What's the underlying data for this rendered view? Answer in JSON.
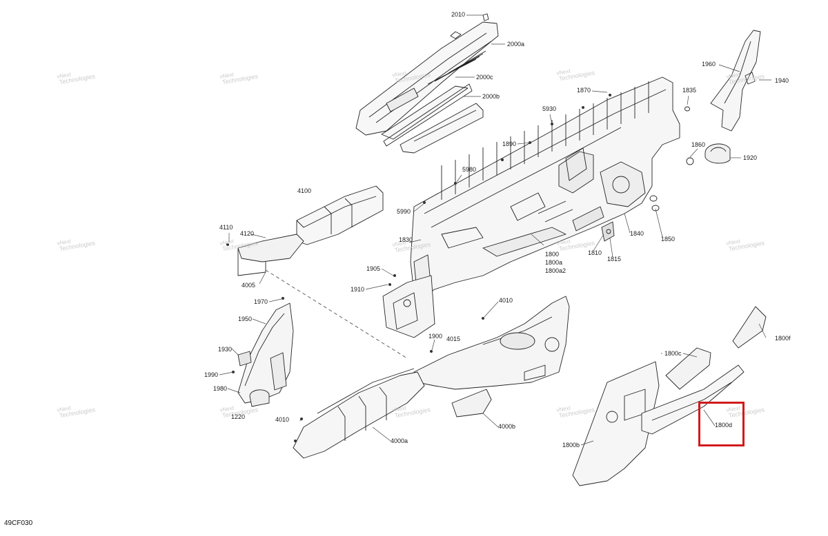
{
  "diagram": {
    "drawing_code": "49CF030",
    "watermark": {
      "line1": "vNext",
      "line2": "Technologies"
    },
    "highlight_color": "#d11a1a",
    "callouts": [
      {
        "id": "2010",
        "label": "2010"
      },
      {
        "id": "2000a",
        "label": "2000a"
      },
      {
        "id": "2000c",
        "label": "2000c"
      },
      {
        "id": "2000b",
        "label": "2000b"
      },
      {
        "id": "1960",
        "label": "1960"
      },
      {
        "id": "1940",
        "label": "1940"
      },
      {
        "id": "1870",
        "label": "1870"
      },
      {
        "id": "1835",
        "label": "1835"
      },
      {
        "id": "5930",
        "label": "5930"
      },
      {
        "id": "1890",
        "label": "1890"
      },
      {
        "id": "1860",
        "label": "1860"
      },
      {
        "id": "1920",
        "label": "1920"
      },
      {
        "id": "5980",
        "label": "5980"
      },
      {
        "id": "4100",
        "label": "4100"
      },
      {
        "id": "5990",
        "label": "5990"
      },
      {
        "id": "4110",
        "label": "4110"
      },
      {
        "id": "4120",
        "label": "4120"
      },
      {
        "id": "1830",
        "label": "1830"
      },
      {
        "id": "1840",
        "label": "1840"
      },
      {
        "id": "1850",
        "label": "1850"
      },
      {
        "id": "1800",
        "label": "1800"
      },
      {
        "id": "1800a",
        "label": "1800a"
      },
      {
        "id": "1800a2",
        "label": "1800a2"
      },
      {
        "id": "1810",
        "label": "1810"
      },
      {
        "id": "1815",
        "label": "1815"
      },
      {
        "id": "4005",
        "label": "4005"
      },
      {
        "id": "1905",
        "label": "1905"
      },
      {
        "id": "1910",
        "label": "1910"
      },
      {
        "id": "1970",
        "label": "1970"
      },
      {
        "id": "4010a",
        "label": "4010"
      },
      {
        "id": "1950",
        "label": "1950"
      },
      {
        "id": "1900",
        "label": "1900"
      },
      {
        "id": "4015",
        "label": "4015"
      },
      {
        "id": "1800f",
        "label": "1800f"
      },
      {
        "id": "1930",
        "label": "1930"
      },
      {
        "id": "1800c",
        "label": "1800c"
      },
      {
        "id": "1990",
        "label": "1990"
      },
      {
        "id": "1980",
        "label": "1980"
      },
      {
        "id": "1220",
        "label": "1220"
      },
      {
        "id": "4010b",
        "label": "4010"
      },
      {
        "id": "4000b",
        "label": "4000b"
      },
      {
        "id": "1800d",
        "label": "1800d"
      },
      {
        "id": "4000a",
        "label": "4000a"
      },
      {
        "id": "1800b",
        "label": "1800b"
      }
    ]
  }
}
